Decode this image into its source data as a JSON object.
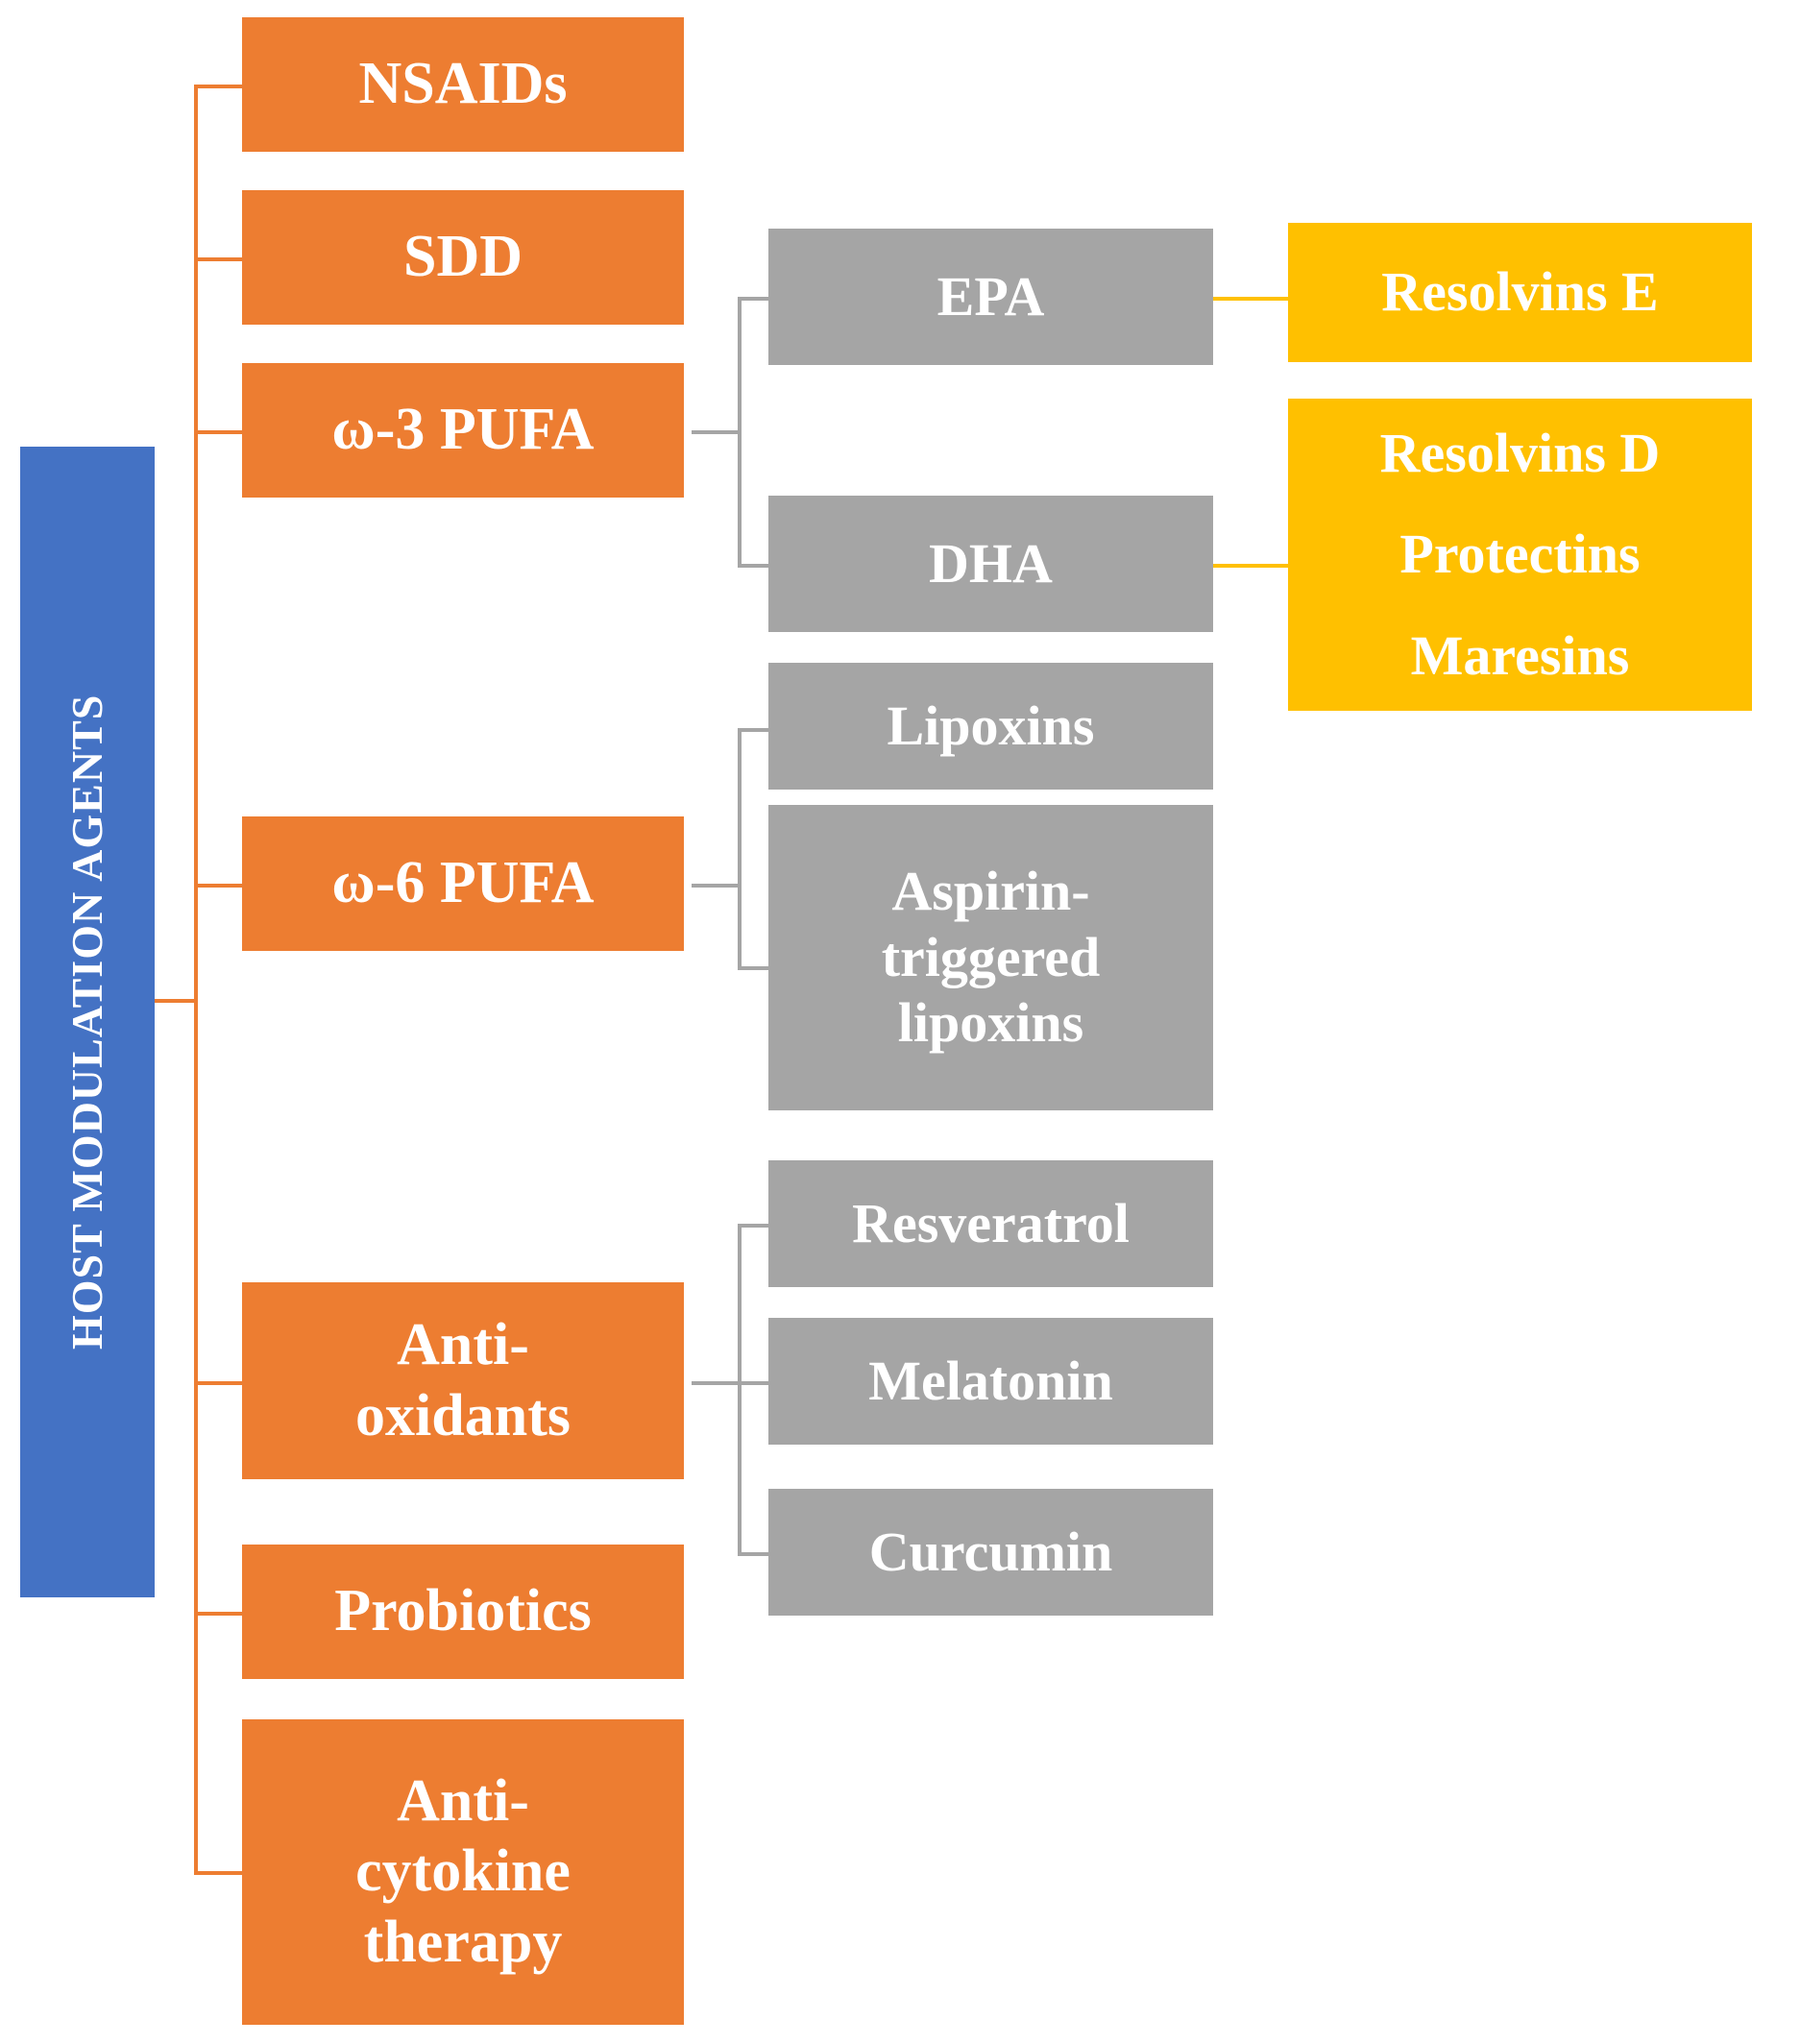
{
  "diagram": {
    "type": "hierarchy-tree",
    "title_text": "HOST MODULATION AGENTS",
    "colors": {
      "root": "#4472C4",
      "level1": "#ED7D31",
      "level2": "#A5A5A5",
      "level3": "#FFC000",
      "background": "#FFFFFF",
      "text": "#FFFFFF"
    },
    "root": {
      "label": "HOST MODULATION AGENTS"
    },
    "level1": [
      {
        "id": "nsaids",
        "label": "NSAIDs"
      },
      {
        "id": "sdd",
        "label": "SDD"
      },
      {
        "id": "omega3",
        "label": "ω-3 PUFA"
      },
      {
        "id": "omega6",
        "label": "ω-6 PUFA"
      },
      {
        "id": "antioxidants",
        "label": "Anti-\noxidants"
      },
      {
        "id": "probiotics",
        "label": "Probiotics"
      },
      {
        "id": "anticytokine",
        "label": "Anti-\ncytokine\ntherapy"
      }
    ],
    "level2": [
      {
        "id": "epa",
        "parent": "omega3",
        "label": "EPA"
      },
      {
        "id": "dha",
        "parent": "omega3",
        "label": "DHA"
      },
      {
        "id": "lipoxins",
        "parent": "omega6",
        "label": "Lipoxins"
      },
      {
        "id": "atl",
        "parent": "omega6",
        "label": "Aspirin-\ntriggered\nlipoxins"
      },
      {
        "id": "resveratrol",
        "parent": "antioxidants",
        "label": "Resveratrol"
      },
      {
        "id": "melatonin",
        "parent": "antioxidants",
        "label": "Melatonin"
      },
      {
        "id": "curcumin",
        "parent": "antioxidants",
        "label": "Curcumin"
      }
    ],
    "level3": [
      {
        "id": "resolvins_e",
        "parent": "epa",
        "lines": [
          "Resolvins E"
        ]
      },
      {
        "id": "resolvins_d",
        "parent": "dha",
        "lines": [
          "Resolvins D",
          "Protectins",
          "Maresins"
        ]
      }
    ],
    "labels": {
      "nsaids": "NSAIDs",
      "sdd": "SDD",
      "omega3": "ω-3 PUFA",
      "omega6": "ω-6 PUFA",
      "antioxidants_line1": "Anti-",
      "antioxidants_line2": "oxidants",
      "probiotics": "Probiotics",
      "anticytokine_line1": "Anti-",
      "anticytokine_line2": "cytokine",
      "anticytokine_line3": "therapy",
      "epa": "EPA",
      "dha": "DHA",
      "lipoxins": "Lipoxins",
      "atl_line1": "Aspirin-",
      "atl_line2": "triggered",
      "atl_line3": "lipoxins",
      "resveratrol": "Resveratrol",
      "melatonin": "Melatonin",
      "curcumin": "Curcumin",
      "resolvins_e": "Resolvins E",
      "resolvins_d": "Resolvins D",
      "protectins": "Protectins",
      "maresins": "Maresins"
    }
  }
}
